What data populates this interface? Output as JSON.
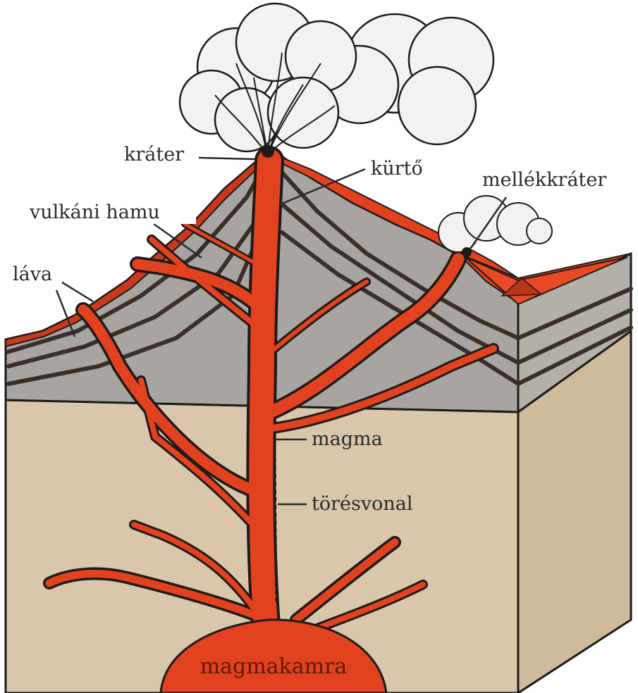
{
  "labels": {
    "krater": "kráter",
    "kurto": "kürtő",
    "mellekkrater": "mellékkráter",
    "vulkani_hamu": "vulkáni hamu",
    "lava": "láva",
    "magma": "magma",
    "toresvonal": "törésvonal",
    "magmakamra": "magmakamra"
  },
  "colors": {
    "magma": "#e2421f",
    "ash_layers": "#a8a5a0",
    "layer_lines": "#3a2f2a",
    "ground_front": "#d8c7ab",
    "ground_side": "#cdbb9c",
    "cloud": "#f2f2f2",
    "outline": "#1e1a18"
  }
}
